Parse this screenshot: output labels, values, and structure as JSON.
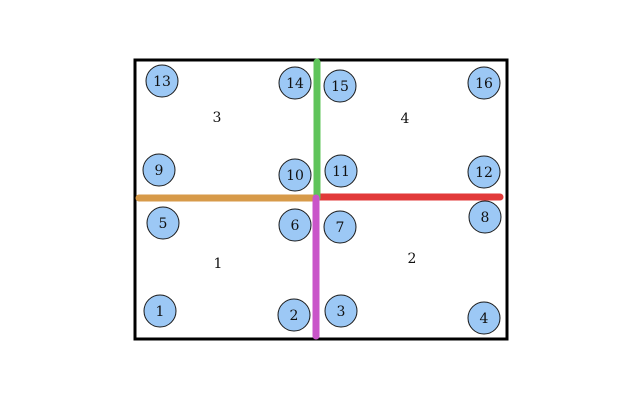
{
  "regions": [
    {
      "id": "1",
      "label": "1"
    },
    {
      "id": "2",
      "label": "2"
    },
    {
      "id": "3",
      "label": "3"
    },
    {
      "id": "4",
      "label": "4"
    }
  ],
  "nodes": [
    {
      "id": "1",
      "label": "1"
    },
    {
      "id": "2",
      "label": "2"
    },
    {
      "id": "3",
      "label": "3"
    },
    {
      "id": "4",
      "label": "4"
    },
    {
      "id": "5",
      "label": "5"
    },
    {
      "id": "6",
      "label": "6"
    },
    {
      "id": "7",
      "label": "7"
    },
    {
      "id": "8",
      "label": "8"
    },
    {
      "id": "9",
      "label": "9"
    },
    {
      "id": "10",
      "label": "10"
    },
    {
      "id": "11",
      "label": "11"
    },
    {
      "id": "12",
      "label": "12"
    },
    {
      "id": "13",
      "label": "13"
    },
    {
      "id": "14",
      "label": "14"
    },
    {
      "id": "15",
      "label": "15"
    },
    {
      "id": "16",
      "label": "16"
    }
  ],
  "dividers": [
    {
      "id": "green",
      "color": "#5fc45a"
    },
    {
      "id": "orange",
      "color": "#d79a49"
    },
    {
      "id": "red",
      "color": "#e23a3a"
    },
    {
      "id": "magenta",
      "color": "#c955c9"
    }
  ],
  "colors": {
    "node_fill": "#9cc8f5",
    "node_stroke": "#1a1a1a",
    "frame_stroke": "#000000",
    "text": "#111111"
  }
}
